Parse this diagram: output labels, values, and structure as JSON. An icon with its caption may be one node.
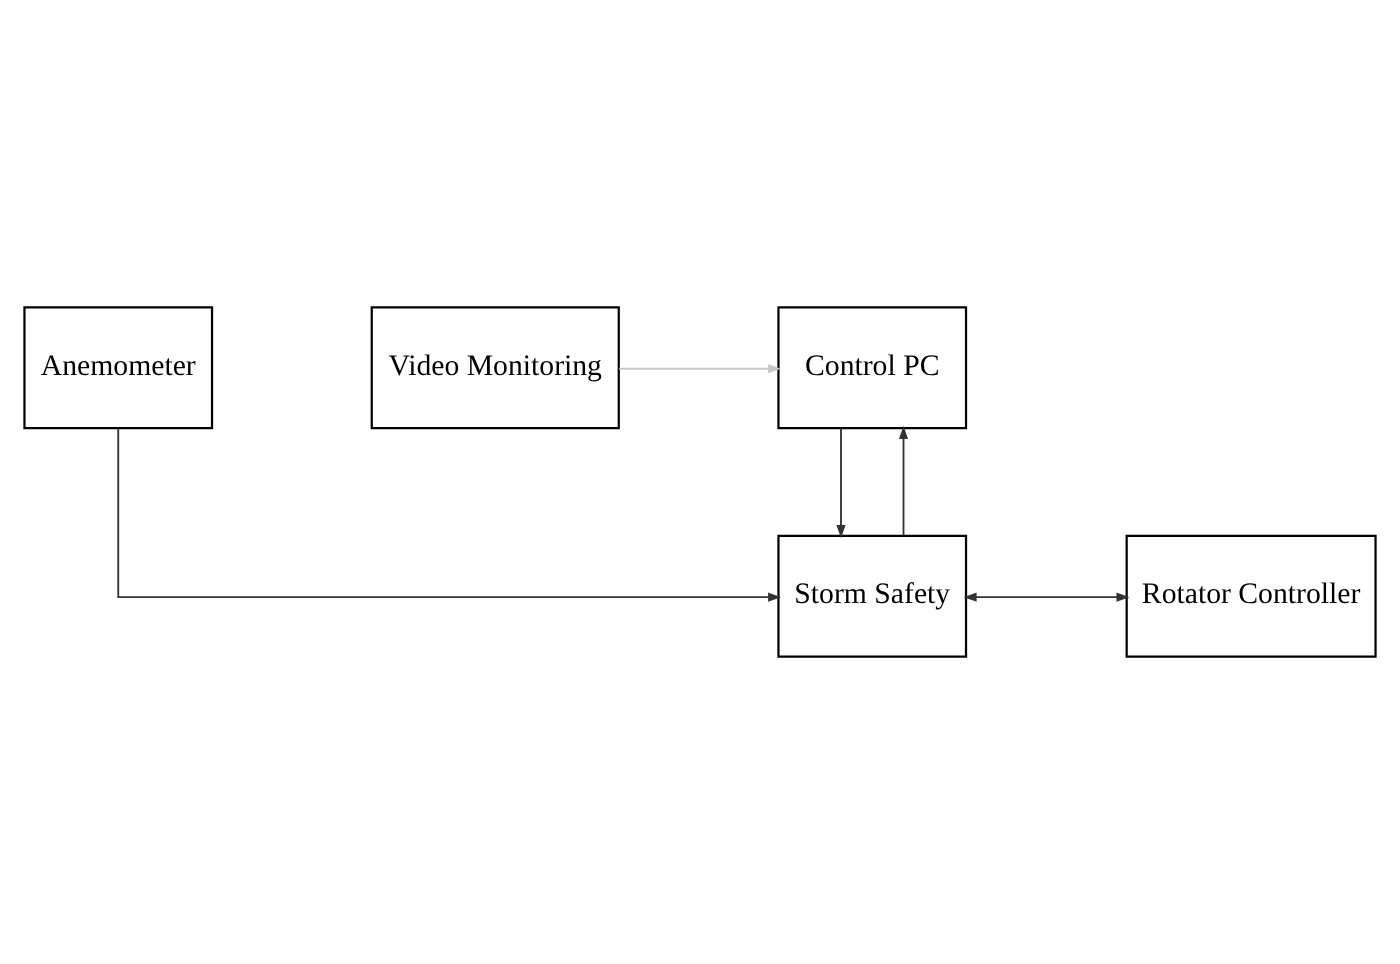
{
  "diagram": {
    "nodes": [
      {
        "text": [
          "Control PC"
        ]
      },
      {
        "text": [
          "Video Monitoring"
        ]
      },
      {
        "text": [
          "Storm Safety"
        ]
      },
      {
        "text": [
          "Rotator Controller"
        ]
      },
      {
        "text": [
          "Anemometer"
        ]
      }
    ],
    "edges": [
      {
        "from": 1,
        "to": 0,
        "arrow": "to",
        "color": "#c8c8c8"
      },
      {
        "from": 2,
        "to": 0,
        "arrow": "to"
      },
      {
        "from": 0,
        "to": 2,
        "arrow": "to"
      },
      {
        "from": 2,
        "to": 3,
        "arrow": "both"
      },
      {
        "from": 4,
        "to": 2,
        "arrow": "to"
      }
    ]
  }
}
